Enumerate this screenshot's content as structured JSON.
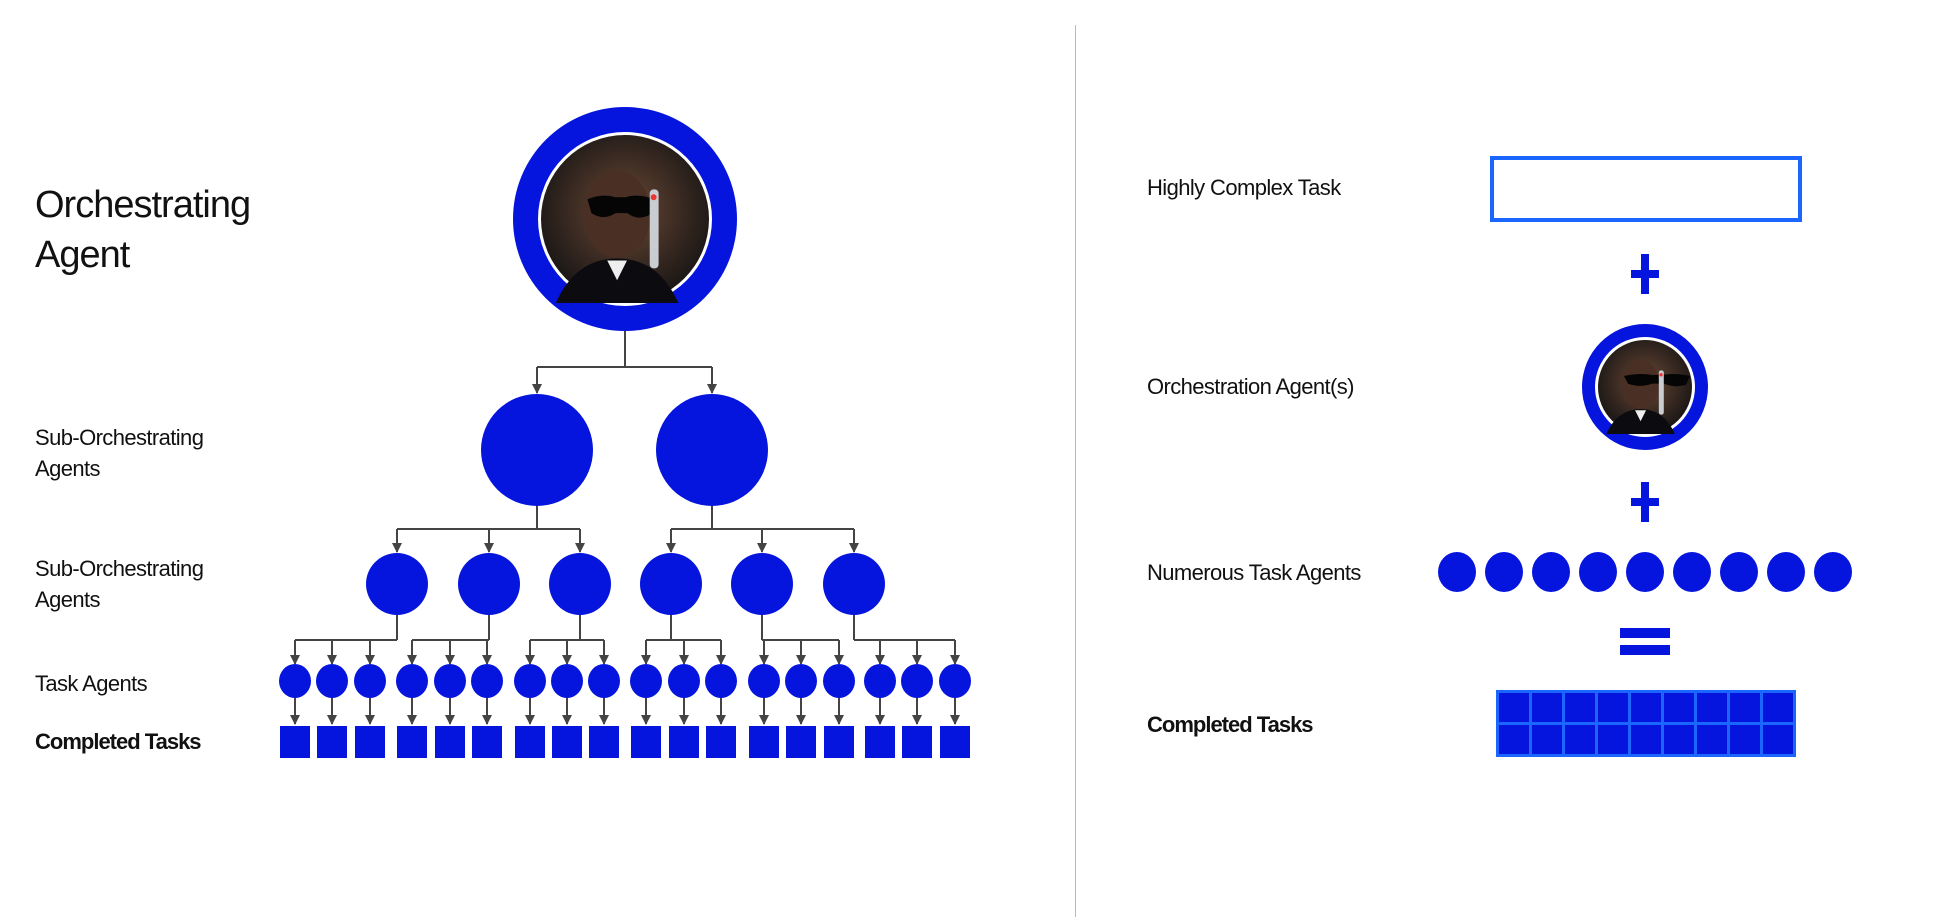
{
  "colors": {
    "agent_blue": "#0515dd",
    "outline_blue": "#1a66ff",
    "connector": "#444444"
  },
  "left": {
    "title": "Orchestrating Agent",
    "title_line1": "Orchestrating",
    "title_line2": "Agent",
    "levels": [
      {
        "label_line1": "Sub-Orchestrating",
        "label_line2": "Agents",
        "count": 2
      },
      {
        "label_line1": "Sub-Orchestrating",
        "label_line2": "Agents",
        "count": 6
      },
      {
        "label": "Task Agents",
        "count": 18
      },
      {
        "label": "Completed Tasks",
        "count": 18
      }
    ],
    "root_icon": "agent-portrait-icon"
  },
  "right": {
    "rows": [
      {
        "label": "Highly Complex Task"
      },
      {
        "label": "Orchestration Agent(s)"
      },
      {
        "label": "Numerous Task Agents",
        "count": 9
      },
      {
        "label": "Completed Tasks",
        "grid_columns": 9,
        "grid_rows": 2
      }
    ],
    "operators": [
      "plus-icon",
      "plus-icon",
      "equals-icon"
    ]
  }
}
